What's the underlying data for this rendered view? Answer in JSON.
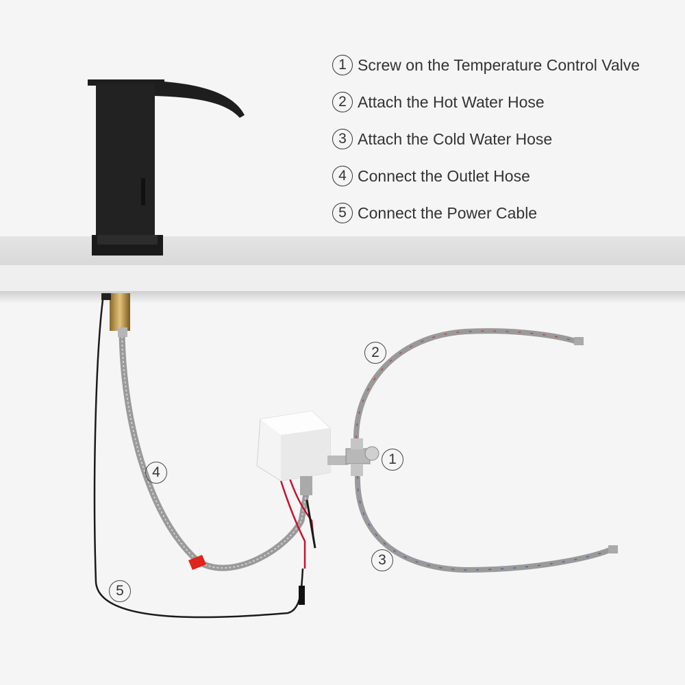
{
  "steps": [
    {
      "num": "1",
      "label": "Screw on the Temperature Control Valve"
    },
    {
      "num": "2",
      "label": "Attach the Hot Water Hose"
    },
    {
      "num": "3",
      "label": "Attach the Cold Water Hose"
    },
    {
      "num": "4",
      "label": "Connect the Outlet Hose"
    },
    {
      "num": "5",
      "label": "Connect the Power Cable"
    }
  ],
  "callouts": {
    "valve": "1",
    "hot": "2",
    "cold": "3",
    "outlet": "4",
    "power": "5"
  },
  "colors": {
    "background": "#f5f5f5",
    "faucet": "#1e1e1e",
    "hose": "#9a9a9a",
    "wire_red": "#c8102e",
    "clip": "#e0231b"
  }
}
